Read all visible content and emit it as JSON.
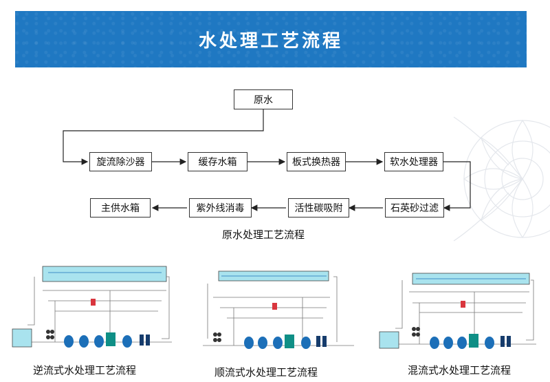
{
  "banner": {
    "title": "水处理工艺流程"
  },
  "flow": {
    "source": "原水",
    "row1": [
      "旋流除沙器",
      "缓存水箱",
      "板式换热器",
      "软水处理器"
    ],
    "row2": [
      "主供水箱",
      "紫外线消毒",
      "活性碳吸附",
      "石英砂过滤"
    ],
    "caption": "原水处理工艺流程"
  },
  "schematics": [
    {
      "caption": "逆流式水处理工艺流程"
    },
    {
      "caption": "顺流式水处理工艺流程"
    },
    {
      "caption": "混流式水处理工艺流程"
    }
  ],
  "colors": {
    "banner": "#1f78c2",
    "tank": "#1c6fb8",
    "pool": "#a9e3ee"
  }
}
